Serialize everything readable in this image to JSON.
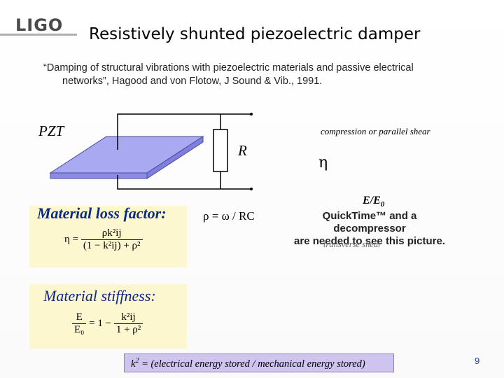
{
  "header": {
    "logo_text": "LIGO",
    "title": "Resistively shunted piezoelectric damper"
  },
  "citation": {
    "line1": "“Damping of structural vibrations with piezoelectric materials and passive electrical",
    "line2": "networks”, Hagood and von Flotow, J Sound & Vib., 1991."
  },
  "diagram": {
    "pzt_label": "PZT",
    "resistor_label": "R"
  },
  "plot_labels": {
    "compression": "compression or parallel shear",
    "eta": "η",
    "e_ratio_main": "E/E",
    "e_ratio_sub": "0",
    "transverse": "transverse shear"
  },
  "quicktime_placeholder": {
    "text": "QuickTime™ and a\ndecompressor\nare needed to see this picture."
  },
  "loss_factor": {
    "label": "Material loss factor:",
    "lhs": "η =",
    "numerator": "ρk²ij",
    "denominator": "(1 − k²ij) + ρ²"
  },
  "rho_formula": "ρ = ω / RC",
  "stiffness": {
    "label": "Material stiffness:",
    "lhs_num": "E",
    "lhs_den": "E₀",
    "middle": "= 1 −",
    "rhs_num": "k²ij",
    "rhs_den": "1 + ρ²"
  },
  "k2_definition": {
    "k": "k",
    "sup": "2",
    "rest": " = (electrical energy stored / mechanical energy stored)"
  },
  "page_number": "9",
  "colors": {
    "plate_face": "#a9a9f2",
    "plate_side": "#7f7fe0",
    "formula_box": "#fdf7cf",
    "k2_box": "#cfc4f0",
    "label_blue": "#0a2a8a"
  }
}
